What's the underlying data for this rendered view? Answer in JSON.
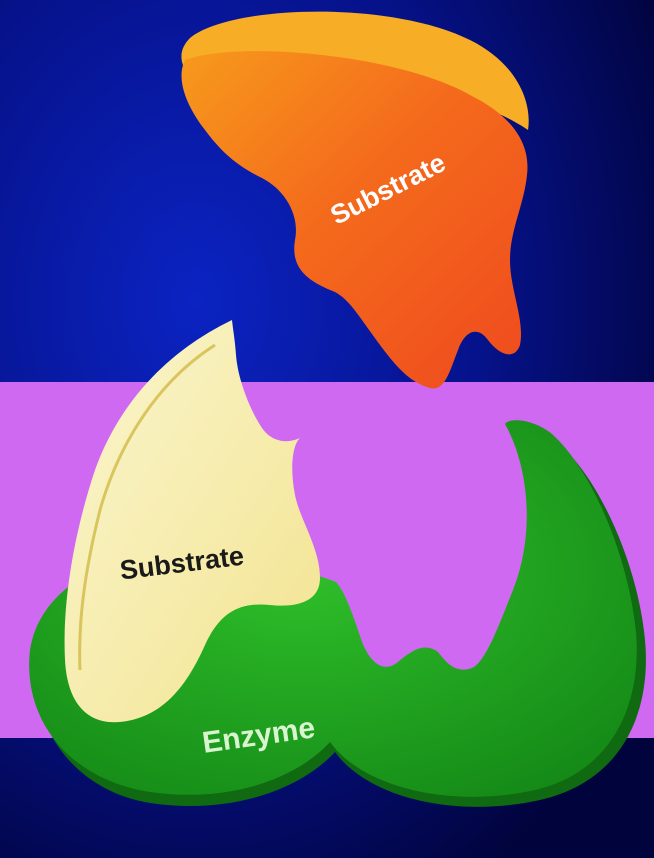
{
  "labels": {
    "substrate_free": "Substrate",
    "substrate_bound": "Substrate",
    "enzyme": "Enzyme"
  },
  "colors": {
    "background_dark": "#02054a",
    "background_blue": "#0a1fb0",
    "band": "#cf69f2",
    "enzyme": "#22a424",
    "enzyme_dark": "#137515",
    "substrate_free": "#f2581d",
    "substrate_free_top": "#f6a21d",
    "substrate_bound": "#f7efb0",
    "label_light": "#ffffff",
    "label_dark": "#1a1a1a",
    "label_enzyme": "#d8f5d0"
  }
}
